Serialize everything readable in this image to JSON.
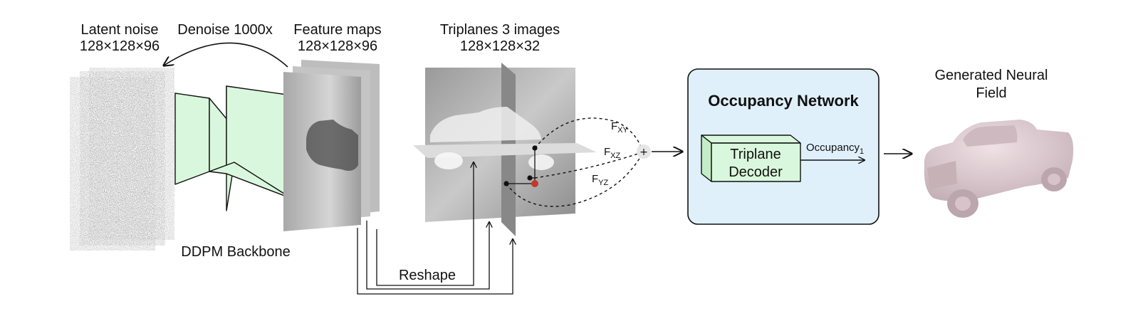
{
  "latent": {
    "title": "Latent noise",
    "dims": "128×128×96"
  },
  "denoise_label": "Denoise 1000x",
  "feature_maps": {
    "title": "Feature maps",
    "dims": "128×128×96"
  },
  "backbone_label": "DDPM Backbone",
  "triplanes": {
    "title": "Triplanes 3 images",
    "dims": "128×128×32"
  },
  "reshape_label": "Reshape",
  "features": {
    "xy": {
      "base": "F",
      "sub": "XY"
    },
    "xz": {
      "base": "F",
      "sub": "XZ"
    },
    "yz": {
      "base": "F",
      "sub": "YZ"
    }
  },
  "sum_symbol": "+",
  "occupancy_network": {
    "title": "Occupancy Network",
    "decoder_line1": "Triplane",
    "decoder_line2": "Decoder",
    "output_base": "Occupancy",
    "output_sub": "1"
  },
  "output": {
    "title_line1": "Generated Neural",
    "title_line2": "Field"
  },
  "colors": {
    "decoder_fill": "#d9f7dc",
    "network_fill": "#e0f0fb",
    "sample_point": "#c0392b",
    "truck": "#d9c7cc"
  }
}
